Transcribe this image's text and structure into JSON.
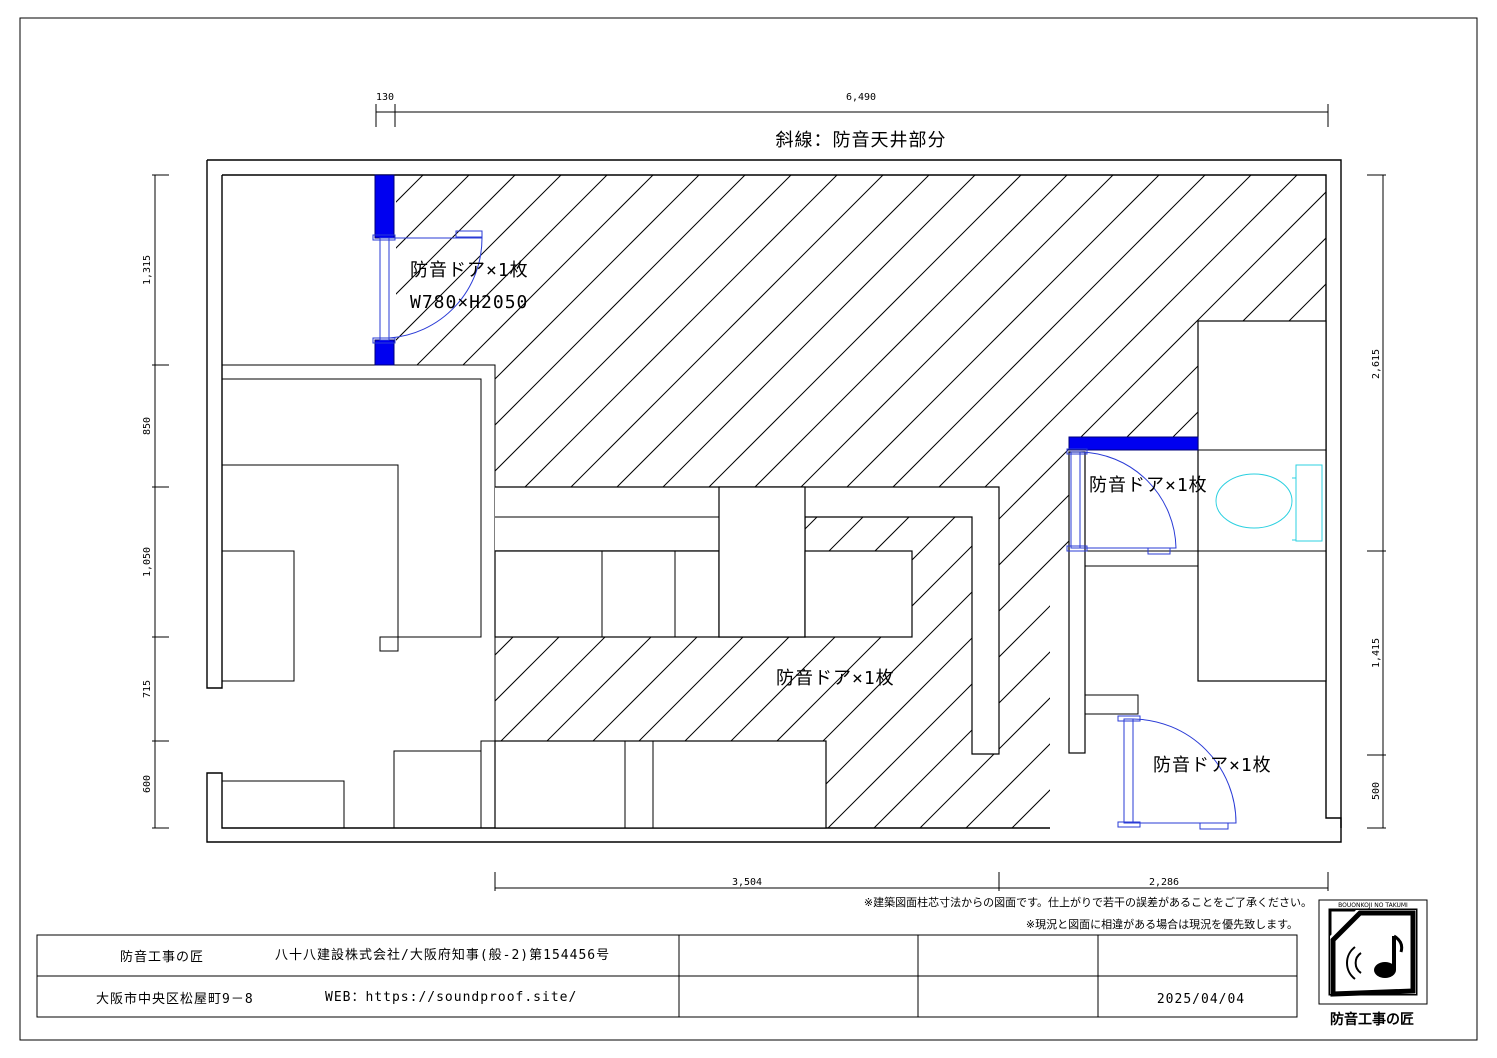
{
  "title": "斜線：防音天井部分",
  "dimensions": {
    "top": [
      "130",
      "6,490"
    ],
    "left": [
      "1,315",
      "850",
      "1,050",
      "715",
      "600"
    ],
    "right": [
      "2,615",
      "1,415",
      "500"
    ],
    "bottom": [
      "3,504",
      "2,286"
    ]
  },
  "labels": {
    "door1_line1": "防音ドア×1枚",
    "door1_line2": "W780×H2050",
    "door2": "防音ドア×1枚",
    "door3": "防音ドア×1枚",
    "door4": "防音ドア×1枚"
  },
  "notes": {
    "note1": "※建築図面柱芯寸法からの図面です。仕上がりで若干の誤差があることをご了承ください。",
    "note2": "※現況と図面に相違がある場合は現況を優先致します。"
  },
  "title_block": {
    "company_name": "防音工事の匠",
    "license": "八十八建設株式会社/大阪府知事(般-2)第154456号",
    "address": "大阪市中央区松屋町9－8",
    "web": "WEB：https://soundproof.site/",
    "date": "2025/04/04"
  },
  "logo": {
    "caption": "防音工事の匠",
    "ring_text": "BOUONKOJI NO TAKUMI"
  },
  "colors": {
    "wall_highlight": "#0000f0",
    "door_swing": "#2a3bd6",
    "fixture": "#2cd0e0"
  }
}
